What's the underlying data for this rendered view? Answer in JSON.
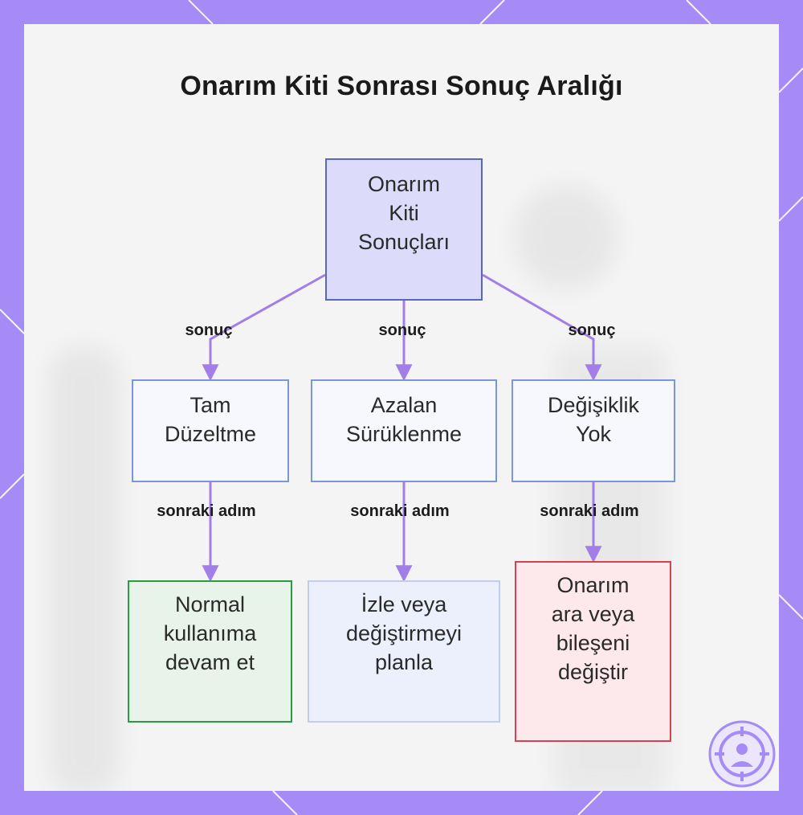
{
  "title": "Onarım Kiti Sonrası Sonuç Aralığı",
  "root": {
    "label": "Onarım\nKiti\nSonuçları"
  },
  "outcomes": [
    {
      "label": "Tam\nDüzeltme",
      "edge_label": "sonuç",
      "next_label": "sonraki adım",
      "next": "Normal\nkullanıma\ndevam et"
    },
    {
      "label": "Azalan\nSürüklenme",
      "edge_label": "sonuç",
      "next_label": "sonraki adım",
      "next": "İzle veya\ndeğiştirmeyi\nplanla"
    },
    {
      "label": "Değişiklik\nYok",
      "edge_label": "sonuç",
      "next_label": "sonraki adım",
      "next": "Onarım\nara veya\nbileşeni\ndeğiştir"
    }
  ],
  "colors": {
    "frame": "#a48bf5",
    "root_fill": "#dcdcfa",
    "root_border": "#5766c0",
    "edge": "#a27ee8",
    "green_border": "#2b9a44",
    "red_border": "#d4444f"
  },
  "icons": [
    "logo-icon"
  ]
}
